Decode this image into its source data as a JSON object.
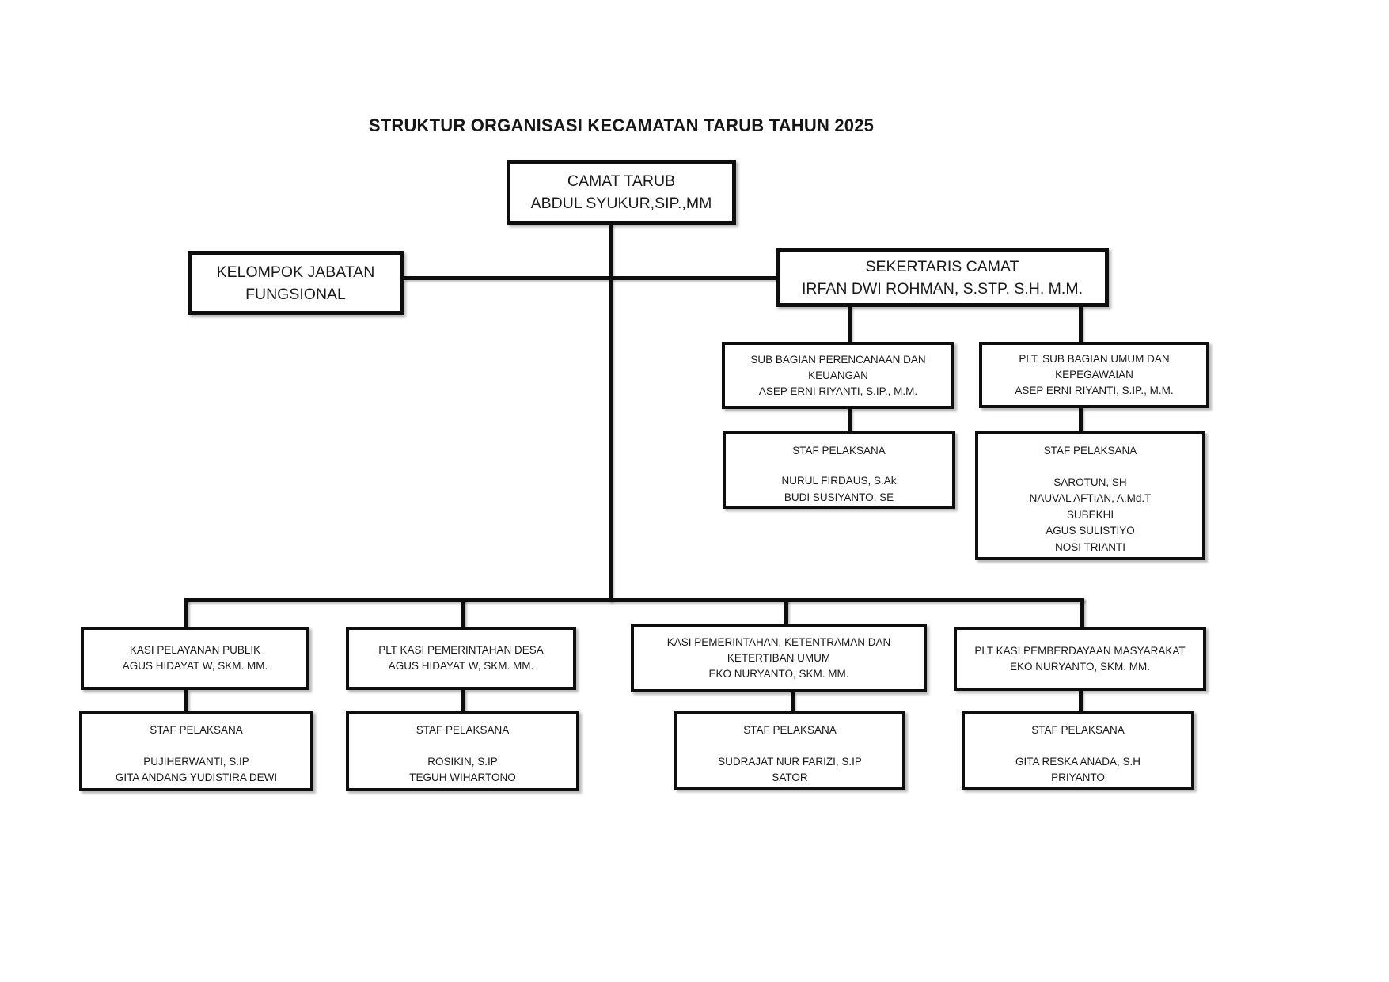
{
  "title": "STRUKTUR ORGANISASI KECAMATAN TARUB TAHUN 2025",
  "nodes": {
    "camat": {
      "lines": [
        "CAMAT TARUB",
        "ABDUL SYUKUR,SIP.,MM"
      ]
    },
    "kelompok": {
      "lines": [
        "KELOMPOK JABATAN",
        "FUNGSIONAL"
      ]
    },
    "sekertaris": {
      "lines": [
        "SEKERTARIS CAMAT",
        "IRFAN DWI ROHMAN, S.STP. S.H. M.M."
      ]
    },
    "sub_perencanaan": {
      "lines": [
        "SUB BAGIAN PERENCANAAN DAN",
        "KEUANGAN",
        "ASEP ERNI RIYANTI, S.IP., M.M."
      ]
    },
    "sub_umum": {
      "lines": [
        "PLT. SUB BAGIAN UMUM DAN",
        "KEPEGAWAIAN",
        "ASEP ERNI RIYANTI, S.IP., M.M."
      ]
    },
    "staf_perencanaan": {
      "title": "STAF PELAKSANA",
      "members": [
        "NURUL FIRDAUS, S.Ak",
        "BUDI SUSIYANTO, SE"
      ]
    },
    "staf_umum": {
      "title": "STAF PELAKSANA",
      "members": [
        "SAROTUN, SH",
        "NAUVAL AFTIAN, A.Md.T",
        "SUBEKHI",
        "AGUS SULISTIYO",
        "NOSI TRIANTI"
      ]
    },
    "kasi_pelayanan": {
      "lines": [
        "KASI PELAYANAN PUBLIK",
        "AGUS HIDAYAT W, SKM. MM."
      ]
    },
    "kasi_pemdes": {
      "lines": [
        "PLT KASI PEMERINTAHAN DESA",
        "AGUS HIDAYAT W, SKM. MM."
      ]
    },
    "kasi_trantib": {
      "lines": [
        "KASI PEMERINTAHAN, KETENTRAMAN DAN",
        "KETERTIBAN UMUM",
        "EKO NURYANTO, SKM. MM."
      ]
    },
    "kasi_pemberdayaan": {
      "lines": [
        "PLT KASI PEMBERDAYAAN MASYARAKAT",
        "EKO NURYANTO, SKM. MM."
      ]
    },
    "staf_pelayanan": {
      "title": "STAF PELAKSANA",
      "members": [
        "PUJIHERWANTI, S.IP",
        "GITA ANDANG YUDISTIRA DEWI"
      ]
    },
    "staf_pemdes": {
      "title": "STAF PELAKSANA",
      "members": [
        "ROSIKIN, S.IP",
        "TEGUH WIHARTONO"
      ]
    },
    "staf_trantib": {
      "title": "STAF PELAKSANA",
      "members": [
        "SUDRAJAT NUR FARIZI, S.IP",
        "SATOR"
      ]
    },
    "staf_pemberdayaan": {
      "title": "STAF PELAKSANA",
      "members": [
        "GITA RESKA ANADA, S.H",
        "PRIYANTO"
      ]
    }
  },
  "colors": {
    "background": "#ffffff",
    "line": "#0e0e0e",
    "text": "#1a1a1a"
  }
}
